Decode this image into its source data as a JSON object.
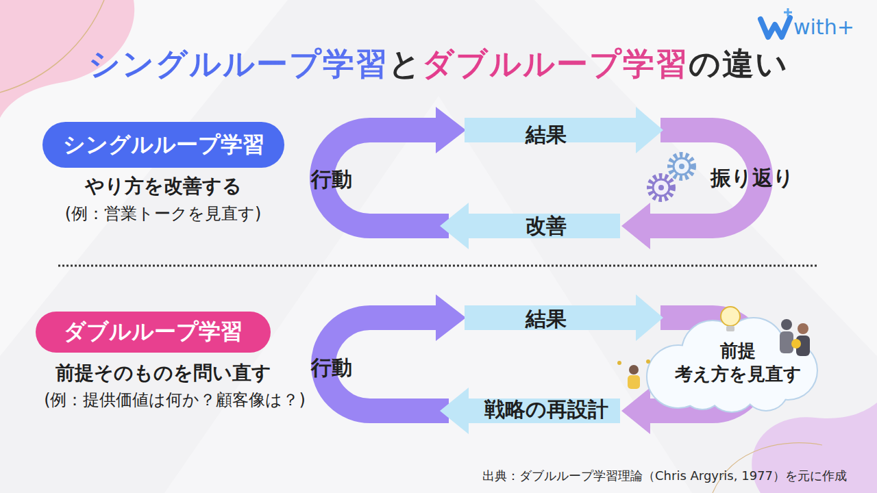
{
  "diagram": {
    "title": "シングルループ学習とダブルループ学習の違い",
    "caption": "出典：ダブルループ学習理論（Chris Argyris, 1977）を元に作成",
    "nodes": [
      {
        "text": [
          "シングルループ学習"
        ]
      },
      {
        "text": [
          "ダブルループ学習"
        ]
      },
      {
        "text": [
          "前提 考え方を見直す"
        ]
      }
    ],
    "labels": [
      "with+",
      "やり方を改善する",
      "(例：営業トークを見直す)",
      "結果",
      "行動",
      "振り返り",
      "改善",
      "前提そのものを問い直す",
      "(例：提供価値は何か？顧客像は？)",
      "結果",
      "行動",
      "戦略の再設計"
    ]
  }
}
